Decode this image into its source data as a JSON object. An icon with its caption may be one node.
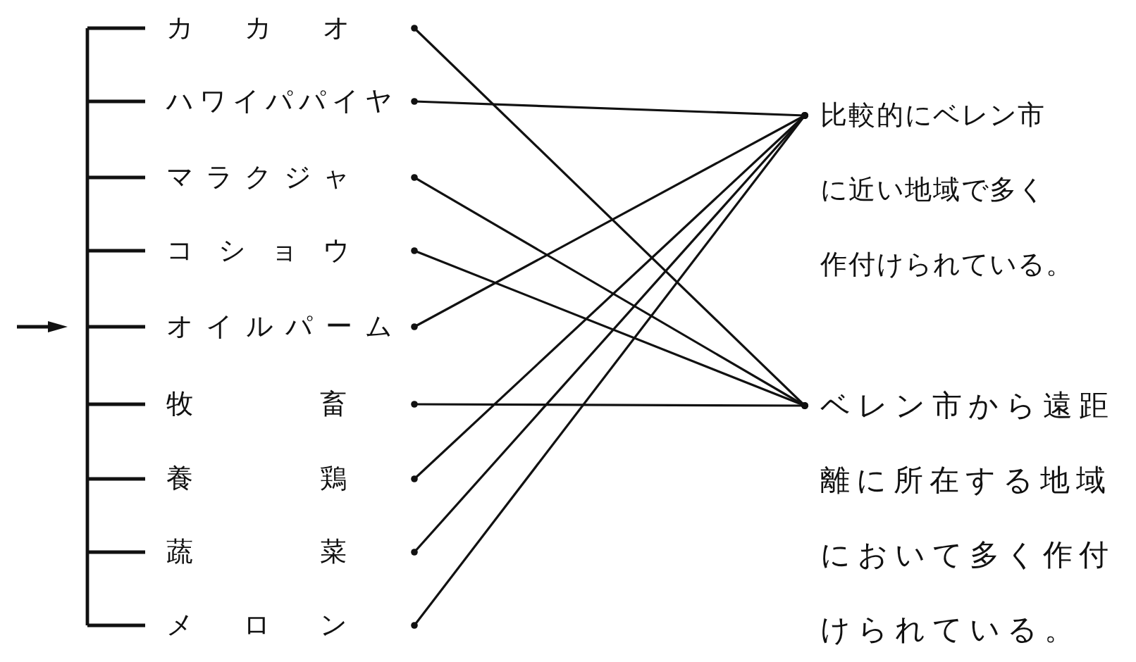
{
  "diagram": {
    "nodes": [
      {
        "text": [
          "カカオ"
        ]
      },
      {
        "text": [
          "ハワイパパイヤ"
        ]
      },
      {
        "text": [
          "マラクジャ"
        ]
      },
      {
        "text": [
          "コショウ"
        ]
      },
      {
        "text": [
          "オイルパーム"
        ]
      },
      {
        "text": [
          "牧畜"
        ]
      },
      {
        "text": [
          "養鶏"
        ]
      },
      {
        "text": [
          "蔬菜"
        ]
      },
      {
        "text": [
          "メロン"
        ]
      },
      {
        "text": [
          "比較的にベレン市に近い地域で多く作付けられている。"
        ]
      },
      {
        "text": [
          "ベレン市から遠距離に所在する地域において多く作付けられている。"
        ]
      }
    ],
    "edges": [
      {
        "from": 0,
        "to": 10,
        "arrow": "other"
      },
      {
        "from": 1,
        "to": 9,
        "arrow": "other"
      },
      {
        "from": 2,
        "to": 10,
        "arrow": "other"
      },
      {
        "from": 3,
        "to": 10,
        "arrow": "other"
      },
      {
        "from": 4,
        "to": 9,
        "arrow": "other"
      },
      {
        "from": 5,
        "to": 10,
        "arrow": "other"
      },
      {
        "from": 6,
        "to": 9,
        "arrow": "other"
      },
      {
        "from": 7,
        "to": 9,
        "arrow": "other"
      },
      {
        "from": 8,
        "to": 9,
        "arrow": "other"
      }
    ]
  }
}
